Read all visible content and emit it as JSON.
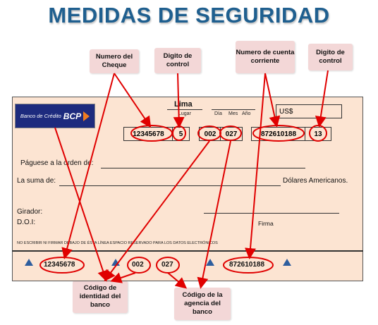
{
  "title": "MEDIDAS DE SEGURIDAD",
  "callouts": {
    "numero_cheque": "Numero del Cheque",
    "digito_control_1": "Digito de control",
    "numero_cuenta": "Numero de cuenta corriente",
    "digito_control_2": "Digito de control",
    "codigo_banco": "Código de identidad del banco",
    "codigo_agencia": "Código de la agencia del banco"
  },
  "check": {
    "logo_text": "Banco de Crédito",
    "logo_brand": "BCP",
    "city": "Lima",
    "city_caption": "Lugar",
    "date_dia": "Día",
    "date_mes": "Mes",
    "date_anio": "Año",
    "currency": "US$",
    "cheque_number": "12345678",
    "check_digit_1": "5",
    "bank_code": "002",
    "agency_code": "027",
    "account_number": "872610188",
    "check_digit_2": "13",
    "paguese": "Páguese a la orden de:",
    "la_suma": "La suma de:",
    "dolares": "Dólares Americanos.",
    "girador": "Girador:",
    "doi": "D.O.I:",
    "firma": "Firma",
    "disclaimer": "NO ESCRIBIR NI FIRMAR DEBAJO DE ÉSTA LÍNEA ESPACIO RESERVADO PARA LOS DATOS ELECTRÓNICOS"
  },
  "micr": {
    "cheque_number": "12345678",
    "bank_code": "002",
    "agency_code": "027",
    "account_number": "872610188"
  },
  "colors": {
    "title": "#1f5f8f",
    "check_bg": "#fce4d2",
    "callout_bg": "#f3d7d7",
    "highlight_red": "#e00000",
    "logo_blue": "#1d2b7e",
    "logo_orange": "#f07c1f",
    "triangle_blue": "#2e5e9e"
  }
}
